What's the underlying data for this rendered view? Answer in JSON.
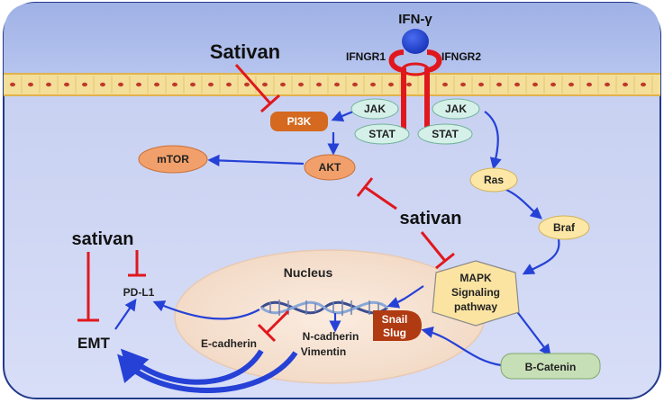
{
  "receptor": {
    "ligand": "IFN-γ",
    "r1": "IFNGR1",
    "r2": "IFNGR2"
  },
  "inhibitors": {
    "top": "Sativan",
    "middle": "sativan",
    "left": "sativan"
  },
  "nodes": {
    "jak_left": "JAK",
    "jak_right": "JAK",
    "stat_left": "STAT",
    "stat_right": "STAT",
    "pi3k": "PI3K",
    "akt": "AKT",
    "mtor": "mTOR",
    "ras": "Ras",
    "braf": "Braf",
    "mapk_1": "MAPK",
    "mapk_2": "Signaling",
    "mapk_3": "pathway",
    "snail_1": "Snail",
    "snail_2": "Slug",
    "b_catenin": "B-Catenin",
    "nucleus": "Nucleus",
    "e_cadherin": "E-cadherin",
    "n_cadherin": "N-cadherin",
    "vimentin": "Vimentin",
    "pdl1": "PD-L1",
    "emt": "EMT"
  },
  "colors": {
    "cell_bg": "#cbd3f2",
    "outer_bg": "#a9b9ea",
    "membrane": "#f4df9a",
    "membrane_dot": "#c0392b",
    "activation": "#2541d6",
    "inhibition": "#e0181e",
    "pi3k": "#d4691f",
    "node_orange": "#f2a06b",
    "jak_stat": "#d5f0e8",
    "ras_braf": "#fde7a6",
    "mapk": "#fbe4a2",
    "nucleus": "#f5dfcf",
    "snail": "#b03a12",
    "b_catenin": "#c7dfb6",
    "ligand": "#1c3fd0"
  }
}
